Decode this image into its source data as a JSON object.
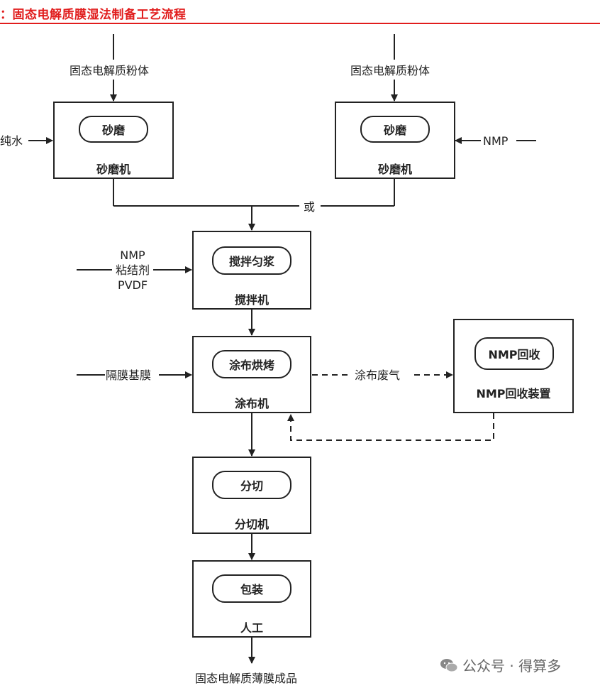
{
  "title": "：固态电解质膜湿法制备工艺流程",
  "inputs": {
    "powder_left": "固态电解质粉体",
    "powder_right": "固态电解质粉体",
    "pure_water": "纯水",
    "nmp_right": "NMP",
    "mix_inputs": [
      "NMP",
      "粘结剂",
      "PVDF"
    ],
    "separator": "隔膜基膜"
  },
  "or_label": "或",
  "waste_label": "涂布废气",
  "boxes": {
    "grind_left": {
      "process": "砂磨",
      "machine": "砂磨机"
    },
    "grind_right": {
      "process": "砂磨",
      "machine": "砂磨机"
    },
    "mix": {
      "process": "搅拌匀浆",
      "machine": "搅拌机"
    },
    "coat": {
      "process": "涂布烘烤",
      "machine": "涂布机"
    },
    "recovery": {
      "process": "NMP回收",
      "machine": "NMP回收装置"
    },
    "slit": {
      "process": "分切",
      "machine": "分切机"
    },
    "pack": {
      "process": "包装",
      "machine": "人工"
    }
  },
  "output": "固态电解质薄膜成品",
  "watermark": "公众号 · 得算多"
}
